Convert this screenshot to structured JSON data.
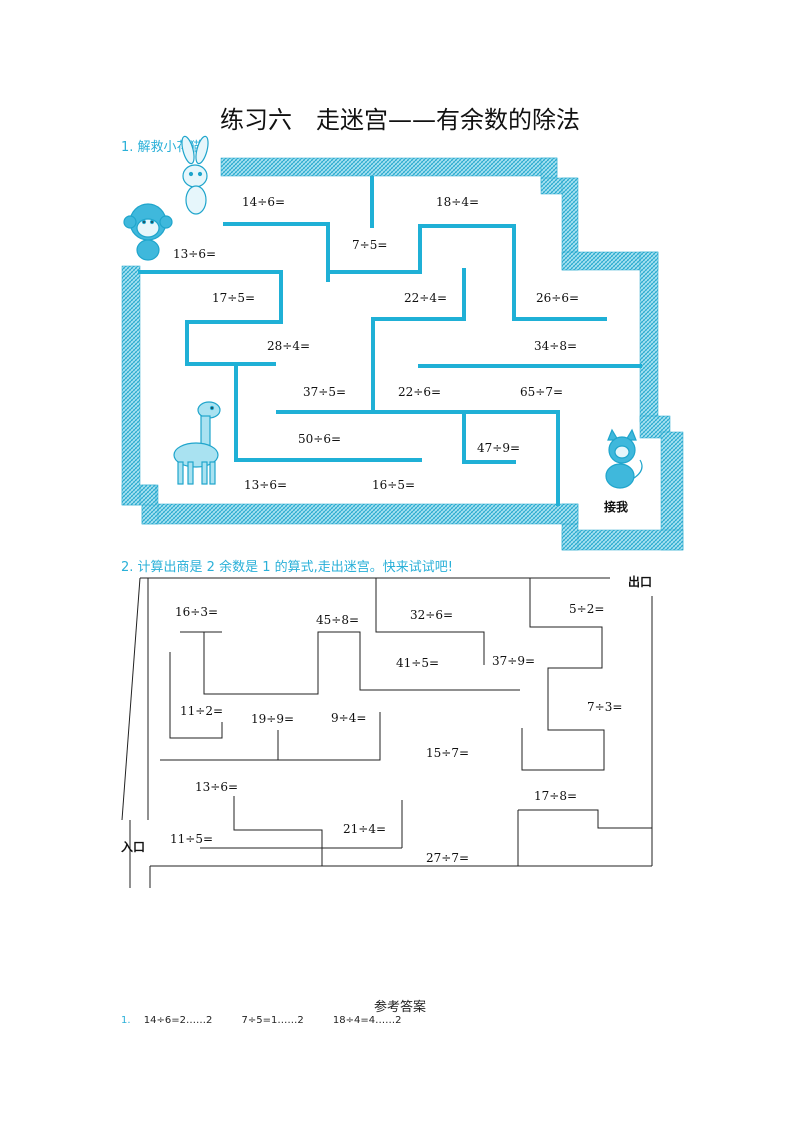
{
  "title": "练习六　走迷宫——有余数的除法",
  "q1": {
    "label": "1. 解救小花猫。",
    "equations": [
      "14÷6=",
      "18÷4=",
      "13÷6=",
      "7÷5=",
      "17÷5=",
      "22÷4=",
      "26÷6=",
      "28÷4=",
      "34÷8=",
      "37÷5=",
      "22÷6=",
      "65÷7=",
      "50÷6=",
      "47÷9=",
      "13÷6=",
      "16÷5="
    ],
    "rescue_label": "接我",
    "colors": {
      "wall": "#1fb0d6",
      "border_fill": "#8fd8ec"
    }
  },
  "q2": {
    "label": "2. 计算出商是 2 余数是 1 的算式,走出迷宫。快来试试吧!",
    "exit_label": "出口",
    "entry_label": "入口",
    "equations": [
      "16÷3=",
      "45÷8=",
      "32÷6=",
      "5÷2=",
      "41÷5=",
      "37÷9=",
      "11÷2=",
      "19÷9=",
      "9÷4=",
      "7÷3=",
      "15÷7=",
      "13÷6=",
      "17÷8=",
      "11÷5=",
      "21÷4=",
      "27÷7="
    ]
  },
  "answers": {
    "heading": "参考答案",
    "number": "1.",
    "items": [
      "14÷6=2……2",
      "7÷5=1……2",
      "18÷4=4……2"
    ]
  },
  "icons": [
    "monkey-icon",
    "rabbit-icon",
    "giraffe-icon",
    "cat-icon"
  ]
}
